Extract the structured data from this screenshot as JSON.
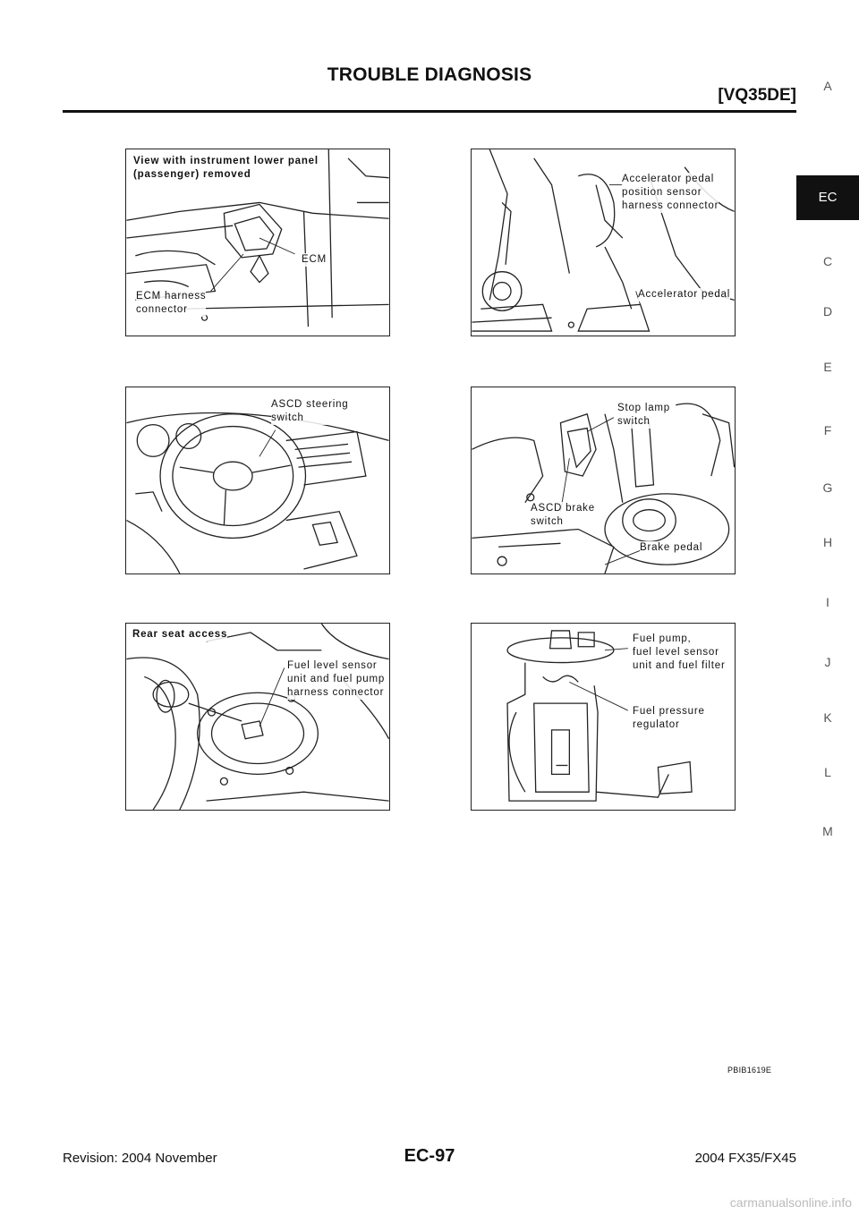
{
  "header": {
    "title": "TROUBLE DIAGNOSIS",
    "engine": "[VQ35DE]"
  },
  "section_tabs": [
    {
      "label": "A",
      "active": false
    },
    {
      "label": "EC",
      "active": true
    },
    {
      "label": "C",
      "active": false
    },
    {
      "label": "D",
      "active": false
    },
    {
      "label": "E",
      "active": false
    },
    {
      "label": "F",
      "active": false
    },
    {
      "label": "G",
      "active": false
    },
    {
      "label": "H",
      "active": false
    },
    {
      "label": "I",
      "active": false
    },
    {
      "label": "J",
      "active": false
    },
    {
      "label": "K",
      "active": false
    },
    {
      "label": "L",
      "active": false
    },
    {
      "label": "M",
      "active": false
    }
  ],
  "panels": {
    "ecm": {
      "caption": "View with instrument lower panel\n(passenger) removed",
      "ecm": "ECM",
      "connector": "ECM harness\nconnector"
    },
    "accel": {
      "sensor": "Accelerator pedal\nposition sensor\nharness connector",
      "pedal": "Accelerator pedal"
    },
    "steering": {
      "switch": "ASCD steering\nswitch"
    },
    "brake": {
      "stop_lamp": "Stop lamp\nswitch",
      "ascd_brake": "ASCD brake\nswitch",
      "pedal": "Brake pedal"
    },
    "rear_seat": {
      "caption": "Rear seat access",
      "connector": "Fuel level sensor\nunit and fuel pump\nharness connector"
    },
    "fuel_pump": {
      "pump": "Fuel pump,\nfuel level sensor\nunit and fuel filter",
      "regulator": "Fuel pressure\nregulator"
    }
  },
  "figure_code": "PBIB1619E",
  "footer": {
    "revision": "Revision: 2004 November",
    "page": "EC-97",
    "model": "2004 FX35/FX45"
  },
  "watermark": "carmanualsonline.info"
}
